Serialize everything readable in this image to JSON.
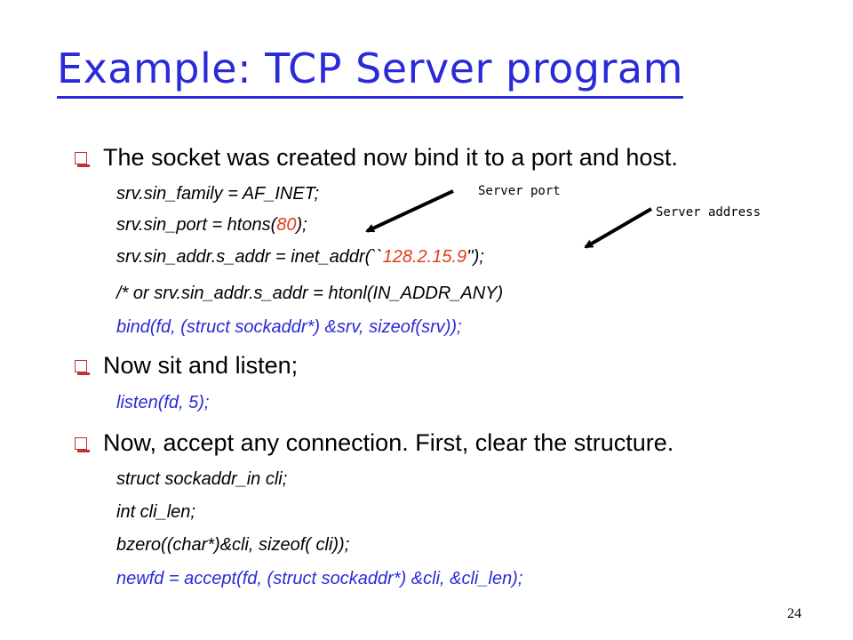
{
  "slide": {
    "title": "Example: TCP Server program",
    "page_number": "24"
  },
  "bullets": [
    "The socket was created now bind it to a port and host.",
    "Now sit and listen;",
    "Now, accept any connection. First, clear the structure."
  ],
  "code": {
    "line1": "srv.sin_family = AF_INET;",
    "line2_a": "srv.sin_port = htons(",
    "line2_b": "80",
    "line2_c": ");",
    "line3_a": "srv.sin_addr.s_addr = inet_addr(``",
    "line3_b": "128.2.15.9",
    "line3_c": "'');",
    "line4": "/* or srv.sin_addr.s_addr = htonl(IN_ADDR_ANY)",
    "line5": "bind(fd, (struct sockaddr*) &srv, sizeof(srv));",
    "line6": "listen(fd, 5);",
    "line7": "struct sockaddr_in cli;",
    "line8": "int cli_len;",
    "line9": "bzero((char*)&cli, sizeof( cli));",
    "line10": "newfd = accept(fd, (struct sockaddr*) &cli, &cli_len);"
  },
  "annotations": {
    "server_port": "Server port",
    "server_address": "Server address"
  },
  "colors": {
    "title": "#2a2ad8",
    "code_blue": "#2a2ad8",
    "literal_red": "#e03c1c",
    "bullet_box": "#c03030"
  }
}
